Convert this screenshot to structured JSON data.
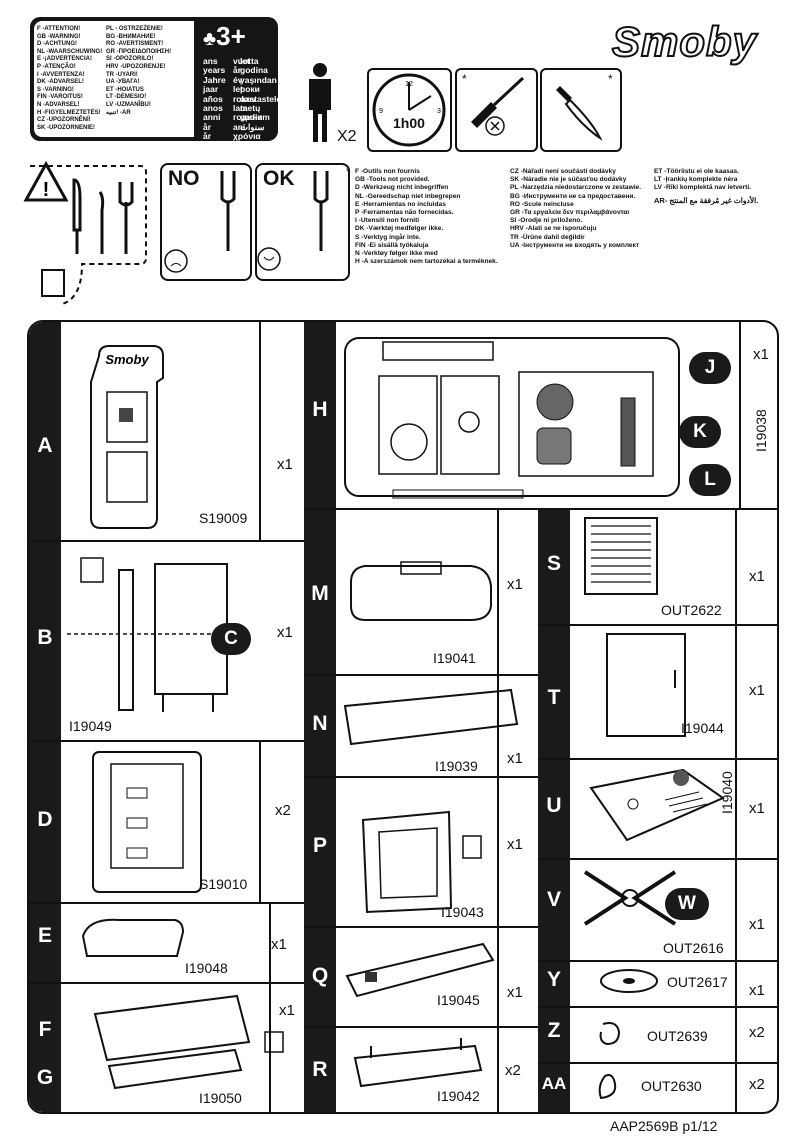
{
  "warning": {
    "col1": [
      "F -ATTENTION!",
      "GB -WARNING!",
      "D -ACHTUNG!",
      "NL -WAARSCHUWING!",
      "E -¡ADVERTENCIA!",
      "P -ATENÇÃO!",
      "I -AVVERTENZA!",
      "DK -ADVARSEL!",
      "S -VARNING!",
      "FIN -VAROITUS!",
      "N -ADVARSEL!",
      "H -FIGYELMEZTETÉS!",
      "CZ -UPOZORNĚNÍ!",
      "SK -UPOZORNENIE!"
    ],
    "col2": [
      "PL - OSTRZEŻENIE!",
      "BG -ВНИМАНИЕ!",
      "RO -AVERTISMENT!",
      "GR -ΠΡΟΕΙΔΟΠΟΙΗΣΗ!",
      "SI -OPOZORILO!",
      "HRV -UPOZORENJE!",
      "TR -UYARI!",
      "UA -УВАГА!",
      "ET -HOIATUS",
      "LT -DĖMESIO!",
      "LV -UZMANĪBU!",
      "تنبيه! -AR"
    ],
    "age_label": "3+",
    "ages1": [
      "ans",
      "years",
      "Jahre",
      "jaar",
      "años",
      "anos",
      "anni",
      "år",
      "år"
    ],
    "ages2": [
      "vuotta",
      "år",
      "év",
      "let",
      "rokov",
      "lata",
      "години",
      "ani",
      "χρόνια"
    ],
    "ages3": [
      "let",
      "godina",
      "yaşından",
      "роки",
      "aastastele",
      "metų",
      "gadiem",
      "سنوات"
    ]
  },
  "adults": "X2",
  "time": "1h00",
  "brand": "Smoby",
  "cutlery": {
    "no": "NO",
    "ok": "OK"
  },
  "tools_note": {
    "col1": [
      "F -Outils non fournis",
      "GB -Tools not provided.",
      "D -Werkzeug nicht inbegriffen",
      "NL -Gereedschap niet inbegrepen",
      "E -Herramientas no incluidas",
      "P -Ferramentas não fornecidas.",
      "I -Utensili non forniti",
      "DK -Værktøj medfølger ikke.",
      "S -Verktyg ingår inte.",
      "FIN -Ei sisällä työkaluja",
      "N -Verktøy følger ikke med",
      "H -A szerszámok nem tartozékai a terméknek."
    ],
    "col2": [
      "CZ -Nářadí není součástí dodávky",
      "SK -Náradie nie je súčasťou dodávky",
      "PL -Narzędzia niedostarczone w zestawie.",
      "BG -Инструменти не са предоставени.",
      "RO -Scule neincluse",
      "GR -Τα εργαλεία δεν περιλαμβάνονται",
      "SI -Orodje ni priloženo.",
      "HRV -Alati se ne isporučuju",
      "TR -Ürüne dahil değildir",
      "UA -Інструменти не входять у комплект"
    ],
    "col3": [
      "ET -Tööriistu ei ole kaasas.",
      "LT -Įrankių komplekte nėra",
      "LV -Rīki komplektā nav ietverti.",
      "AR- الأدوات غير مُرفقة مع المنتج."
    ]
  },
  "parts": {
    "A": {
      "letter": "A",
      "code": "S19009",
      "qty": "x1"
    },
    "B": {
      "letter": "B",
      "code": "I19049",
      "qty": "x1"
    },
    "C": {
      "letter": "C"
    },
    "D": {
      "letter": "D",
      "code": "S19010",
      "qty": "x2"
    },
    "E": {
      "letter": "E",
      "code": "I19048",
      "qty": "x1"
    },
    "F": {
      "letter": "F",
      "qty": "x1"
    },
    "G": {
      "letter": "G",
      "code": "I19050"
    },
    "H": {
      "letter": "H",
      "code": "I19038",
      "qty": "x1"
    },
    "J": {
      "letter": "J"
    },
    "K": {
      "letter": "K"
    },
    "L": {
      "letter": "L"
    },
    "M": {
      "letter": "M",
      "code": "I19041",
      "qty": "x1"
    },
    "N": {
      "letter": "N",
      "code": "I19039",
      "qty": "x1"
    },
    "P": {
      "letter": "P",
      "code": "I19043",
      "qty": "x1"
    },
    "Q": {
      "letter": "Q",
      "code": "I19045",
      "qty": "x1"
    },
    "R": {
      "letter": "R",
      "code": "I19042",
      "qty": "x2"
    },
    "S": {
      "letter": "S",
      "code": "OUT2622",
      "qty": "x1"
    },
    "T": {
      "letter": "T",
      "code": "I19044",
      "qty": "x1"
    },
    "U": {
      "letter": "U",
      "code": "I19040",
      "qty": "x1"
    },
    "V": {
      "letter": "V",
      "code": "OUT2616",
      "qty": "x1"
    },
    "W": {
      "letter": "W"
    },
    "Y": {
      "letter": "Y",
      "code": "OUT2617",
      "qty": "x1"
    },
    "Z": {
      "letter": "Z",
      "code": "OUT2639",
      "qty": "x2"
    },
    "AA": {
      "letter": "AA",
      "code": "OUT2630",
      "qty": "x2"
    }
  },
  "footer": "AAP2569B p1/12"
}
